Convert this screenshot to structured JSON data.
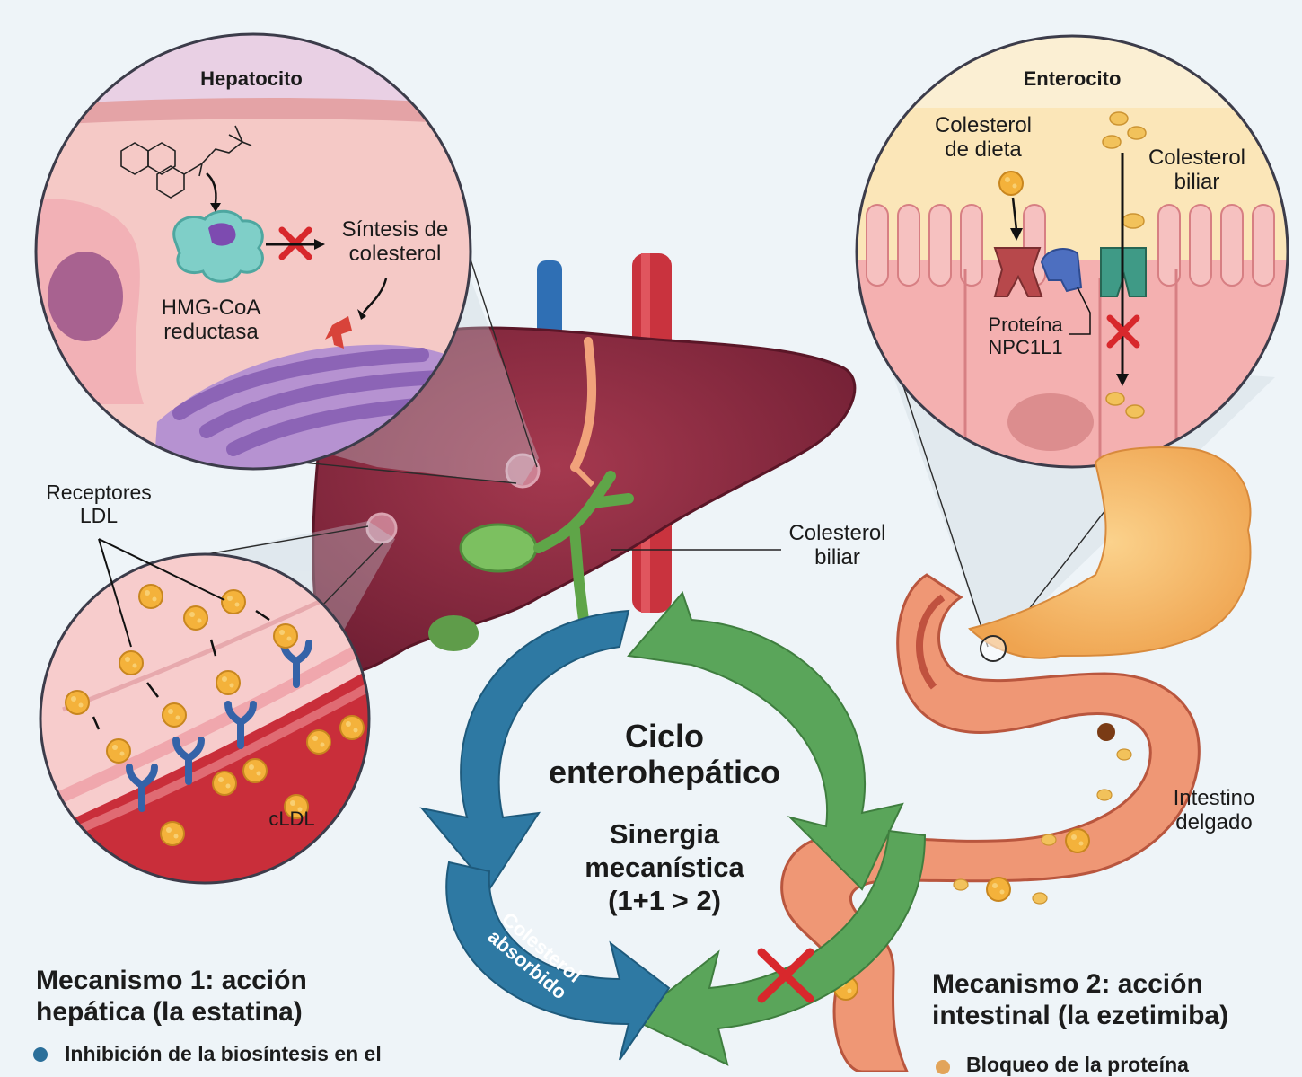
{
  "hepatocyte": {
    "title": "Hepatocito",
    "enzyme": "HMG-CoA reductasa",
    "synthesis": "Síntesis de colesterol"
  },
  "receptors": {
    "title": "Receptores LDL",
    "cldl": "cLDL"
  },
  "enterocyte": {
    "title": "Enterocito",
    "dietary": "Colesterol de dieta",
    "biliary": "Colesterol biliar",
    "protein": "Proteína NPC1L1"
  },
  "liver": {
    "biliary": "Colesterol biliar"
  },
  "intestine": {
    "label": "Intestino delgado"
  },
  "cycle": {
    "title_line1": "Ciclo",
    "title_line2": "enterohepático",
    "synergy_line1": "Sinergia",
    "synergy_line2": "mecanística",
    "synergy_line3": "(1+1 > 2)",
    "arrow_label_line1": "Colesterol",
    "arrow_label_line2": "absorbido"
  },
  "mechanism1": {
    "title_line1": "Mecanismo 1: acción",
    "title_line2": "hepática (la estatina)",
    "bullet": "Inhibición de la biosíntesis en el"
  },
  "mechanism2": {
    "title_line1": "Mecanismo 2: acción",
    "title_line2": "intestinal (la ezetimiba)",
    "bullet": "Bloqueo de la proteína"
  },
  "colors": {
    "liver": "#8e2a40",
    "blue_arrow": "#2e79a3",
    "green_arrow": "#5aa55a",
    "intestine": "#e98a63",
    "block": "#d8282c",
    "bullet_blue": "#2b6f9a",
    "bullet_orange": "#e2a45a"
  }
}
